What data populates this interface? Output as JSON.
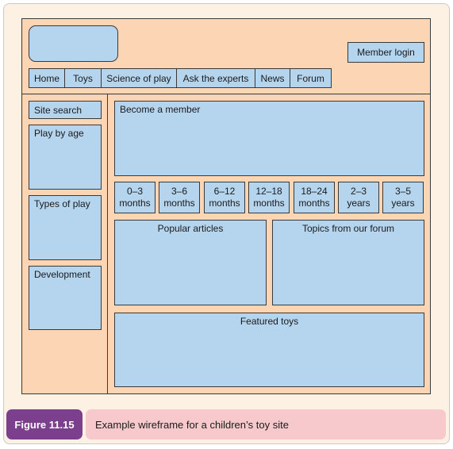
{
  "header": {
    "member_login": "Member login",
    "nav": [
      "Home",
      "Toys",
      "Science of play",
      "Ask the experts",
      "News",
      "Forum"
    ]
  },
  "sidebar": {
    "site_search": "Site search",
    "play_by_age": "Play by age",
    "types_of_play": "Types of play",
    "development": "Development"
  },
  "main": {
    "become_member": "Become a member",
    "age_groups": [
      {
        "range": "0–3",
        "unit": "months"
      },
      {
        "range": "3–6",
        "unit": "months"
      },
      {
        "range": "6–12",
        "unit": "months"
      },
      {
        "range": "12–18",
        "unit": "months"
      },
      {
        "range": "18–24",
        "unit": "months"
      },
      {
        "range": "2–3",
        "unit": "years"
      },
      {
        "range": "3–5",
        "unit": "years"
      }
    ],
    "popular_articles": "Popular articles",
    "forum_topics": "Topics from our forum",
    "featured_toys": "Featured toys"
  },
  "caption": {
    "figure": "Figure 11.15",
    "text": "Example wireframe for a children’s toy site"
  },
  "colors": {
    "page_bg": "#fcd5b4",
    "box_fill": "#b5d5ef",
    "frame_bg": "#fdf1e4",
    "badge": "#7b3f8e",
    "caption_bg": "#f8c9cc"
  }
}
